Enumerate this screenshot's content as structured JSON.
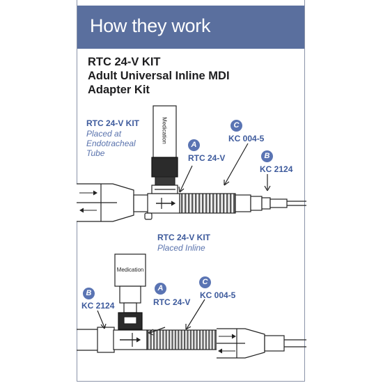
{
  "header": {
    "title": "How they work"
  },
  "kit": {
    "title_lines": [
      "RTC 24-V KIT",
      "Adult Universal Inline MDI",
      "Adapter Kit"
    ]
  },
  "upper": {
    "label": "RTC 24-V KIT",
    "sub_lines": [
      "Placed at",
      "Endotracheal",
      "Tube"
    ],
    "medication": "Medication",
    "callouts": [
      {
        "badge": "A",
        "label": "RTC 24-V"
      },
      {
        "badge": "C",
        "label": "KC 004-5"
      },
      {
        "badge": "B",
        "label": "KC 2124"
      }
    ]
  },
  "lower": {
    "label": "RTC 24-V KIT",
    "sub": "Placed Inline",
    "medication": "Medication",
    "callouts": [
      {
        "badge": "B",
        "label": "KC 2124"
      },
      {
        "badge": "A",
        "label": "RTC 24-V"
      },
      {
        "badge": "C",
        "label": "KC 004-5"
      }
    ]
  },
  "colors": {
    "header_bg": "#5a6f9e",
    "accent": "#3d5a9c",
    "badge": "#5a74b3"
  }
}
